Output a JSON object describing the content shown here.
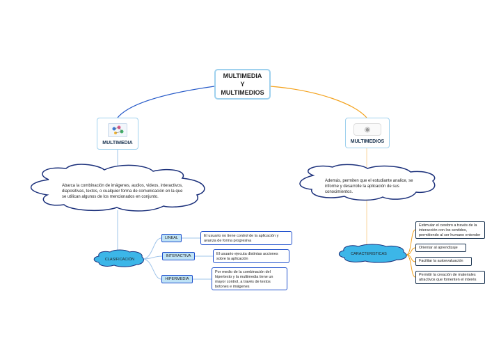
{
  "root": {
    "title": "MULTIMEDIA\nY\nMULTIMEDIOS"
  },
  "left_branch": {
    "title": "MULTIMEDIA",
    "icon": "people-network-icon",
    "definition": "Abarca la combinación de imágenes, audios, videos, interactivos, diapositivas, textos, o cualquier forma de comunicación en la que se utilican algunos de los mencionados en conjunto.",
    "classification": {
      "label": "CLASIFICACIÓN",
      "items": [
        {
          "label": "LINEAL",
          "description": "El usuario no tiene control de la aplicación y avanza de forma progresiva"
        },
        {
          "label": "INTERACTIVA",
          "description": "El usuario ejecuta distintas acciones sobre la aplicación"
        },
        {
          "label": "HIPERMEDIA",
          "description": "Por medio de la combinación del hipertexto y la multimedia tiene un mayor control, a través de textos botones e imágenes"
        }
      ]
    }
  },
  "right_branch": {
    "title": "MULTIMEDIOS",
    "icon": "camera-icon",
    "definition": "Además, permiten que el estudiante analice, se informe y desarrolle la aplicación de  sus conocimientos.",
    "characteristics": {
      "label": "CARACTERISTICAS",
      "items": [
        "Estimular el cerebro a través de la interacción con los sentidos, permitiendo al ser humano entender rápidamente",
        "Orientar al aprendizaje",
        "Facilitar la autoevaluación",
        "Permitir la creación de materiales atractivos que fomenten el interés"
      ]
    }
  },
  "colors": {
    "left_line": "#2559c8",
    "right_line": "#f4a21c",
    "cloud_fill": "#3cb6e8",
    "border": "#1e4fcc"
  }
}
